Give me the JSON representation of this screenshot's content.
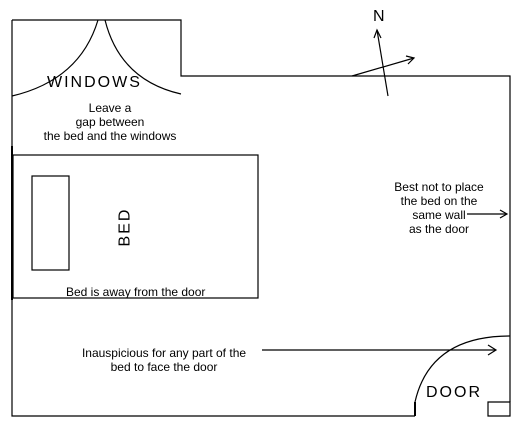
{
  "compass": {
    "label": "N"
  },
  "windows": {
    "label": "WINDOWS",
    "note": "Leave a\ngap between\nthe bed and the windows"
  },
  "bed": {
    "label": "BED",
    "note": "Bed is away from the door"
  },
  "wall_note": "Best not to place\nthe bed on the\nsame wall\nas the door",
  "door": {
    "label": "DOOR",
    "note": "Inauspicious for any part of the\nbed to face the door"
  }
}
